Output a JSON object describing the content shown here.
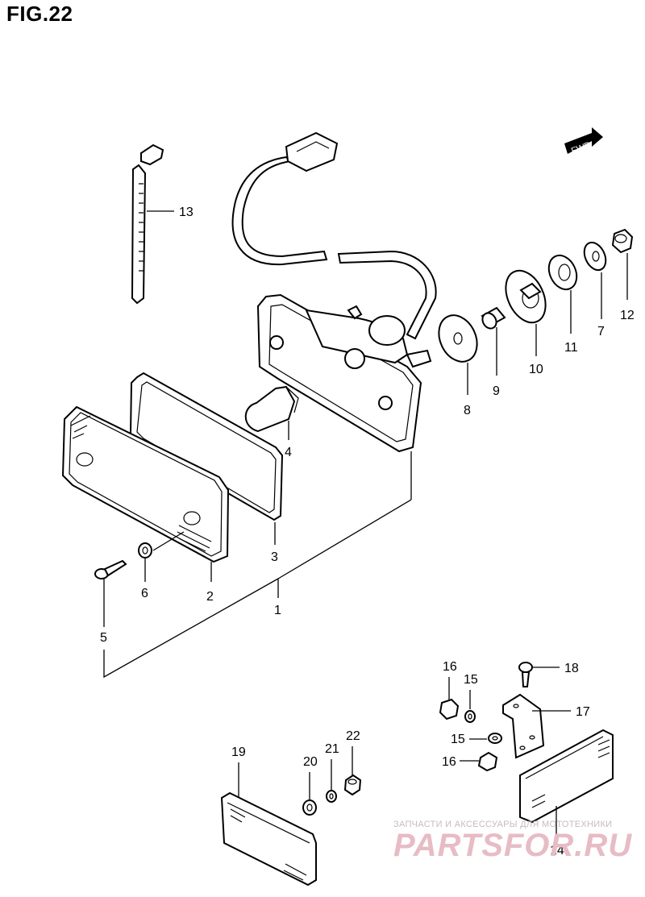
{
  "figure": {
    "title": "FIG.22"
  },
  "fwd_badge": {
    "text": "FWD"
  },
  "callouts": [
    "1",
    "2",
    "3",
    "4",
    "5",
    "6",
    "7",
    "8",
    "9",
    "10",
    "11",
    "12",
    "13",
    "14",
    "15",
    "15",
    "16",
    "16",
    "17",
    "18",
    "19",
    "20",
    "21",
    "22"
  ],
  "labels": {
    "p1": "1",
    "p2": "2",
    "p3": "3",
    "p4": "4",
    "p5": "5",
    "p6": "6",
    "p7": "7",
    "p8": "8",
    "p9": "9",
    "p10": "10",
    "p11": "11",
    "p12": "12",
    "p13": "13",
    "p14": "14",
    "p15a": "15",
    "p15b": "15",
    "p16a": "16",
    "p16b": "16",
    "p17": "17",
    "p18": "18",
    "p19": "19",
    "p20": "20",
    "p21": "21",
    "p22": "22"
  },
  "watermark": {
    "line1": "ЗАПЧАСТИ И АКСЕССУАРЫ ДЛЯ МОТОТЕХНИКИ",
    "line2": "PARTSFOR.RU"
  }
}
